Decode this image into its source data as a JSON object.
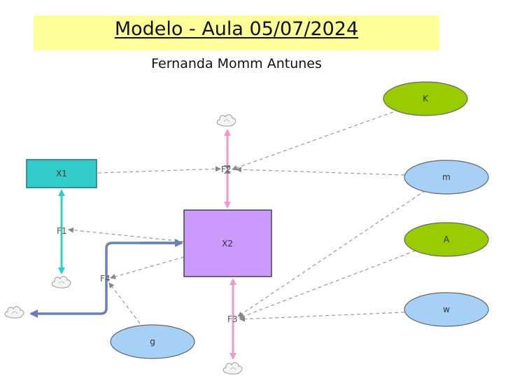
{
  "header": {
    "title": "Modelo - Aula 05/07/2024",
    "subtitle": "Fernanda Momm Antunes"
  },
  "colors": {
    "title_band": "#ffff99",
    "stock_x1": "#33cccc",
    "stock_x2": "#cc99ff",
    "param_green": "#99cc00",
    "param_blue": "#a6d0f5",
    "flow_pink": "#f299cc",
    "flow_teal": "#33cccc",
    "flow_steel": "#6b80b4",
    "link_grey": "#999999"
  },
  "stocks": [
    {
      "id": "X1",
      "label": "X1"
    },
    {
      "id": "X2",
      "label": "X2"
    }
  ],
  "flows": [
    {
      "id": "F1",
      "label": "F1"
    },
    {
      "id": "F2",
      "label": "F2"
    },
    {
      "id": "F4",
      "label": "F4"
    },
    {
      "id": "F3",
      "label": "F3"
    }
  ],
  "parameters": [
    {
      "id": "K",
      "label": "K"
    },
    {
      "id": "m",
      "label": "m"
    },
    {
      "id": "A",
      "label": "A"
    },
    {
      "id": "w",
      "label": "w"
    },
    {
      "id": "g",
      "label": "g"
    }
  ],
  "clouds": [
    "source-sink",
    "source-sink",
    "source-sink",
    "source-sink"
  ]
}
